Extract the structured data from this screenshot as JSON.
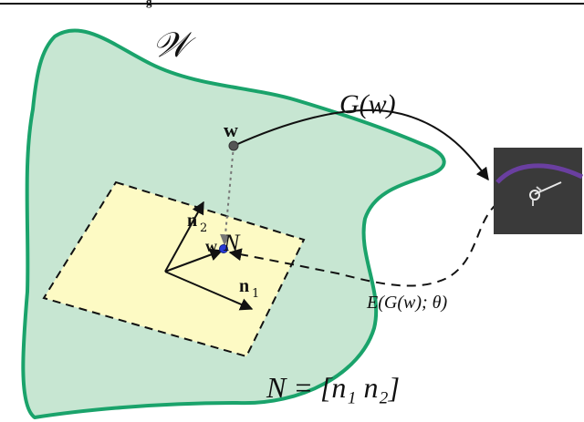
{
  "header": {
    "fragment": "g"
  },
  "space_label": "𝒲",
  "generator_label": "G(w)",
  "w_label": "w",
  "projection_label": "w",
  "N_label": "N",
  "n1_label": "n",
  "n1_sub": "1",
  "n2_label": "n",
  "n2_sub": "2",
  "encoder_label": "E(G(w); θ)",
  "equation": "N = [n₁ n₂]",
  "colors": {
    "region_fill": "#c7e6d2",
    "region_stroke": "#1aa36b",
    "plane_fill": "#fdfac4",
    "point": "#555555",
    "projected_point": "#2a3cd6",
    "image_bg": "#3a3a3a",
    "arc": "#6a3fa0"
  }
}
